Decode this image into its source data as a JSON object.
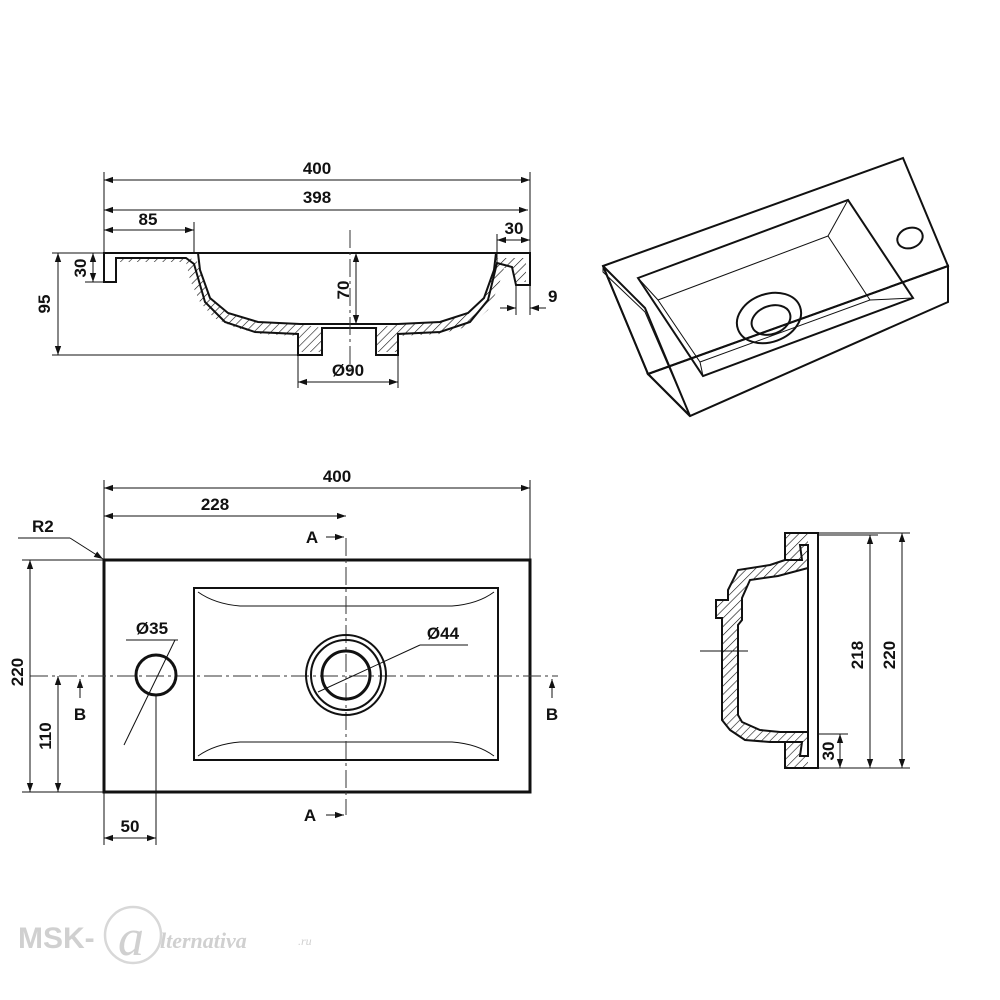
{
  "front_section": {
    "dim_overall_width": "400",
    "dim_inner_width": "398",
    "dim_left_shelf": "85",
    "dim_right_rim": "30",
    "dim_rim_height": "30",
    "dim_total_height": "95",
    "dim_bowl_depth": "70",
    "dim_drain_diameter": "Ø90",
    "dim_rim_offset": "9"
  },
  "plan_view": {
    "dim_overall_width": "400",
    "dim_drain_offset": "228",
    "dim_corner_radius": "R2",
    "dim_overall_depth": "220",
    "dim_center_height": "110",
    "dim_tap_offset": "50",
    "dim_tap_hole": "Ø35",
    "dim_drain_hole": "Ø44",
    "section_a_top": "A",
    "section_a_bottom": "A",
    "section_b_left": "B",
    "section_b_right": "B"
  },
  "side_section": {
    "dim_inner_depth": "218",
    "dim_overall_depth": "220",
    "dim_rim_height": "30"
  },
  "watermark": {
    "prefix": "MSK-",
    "mark": "a",
    "suffix": "lternativa",
    "tld": ".ru"
  }
}
